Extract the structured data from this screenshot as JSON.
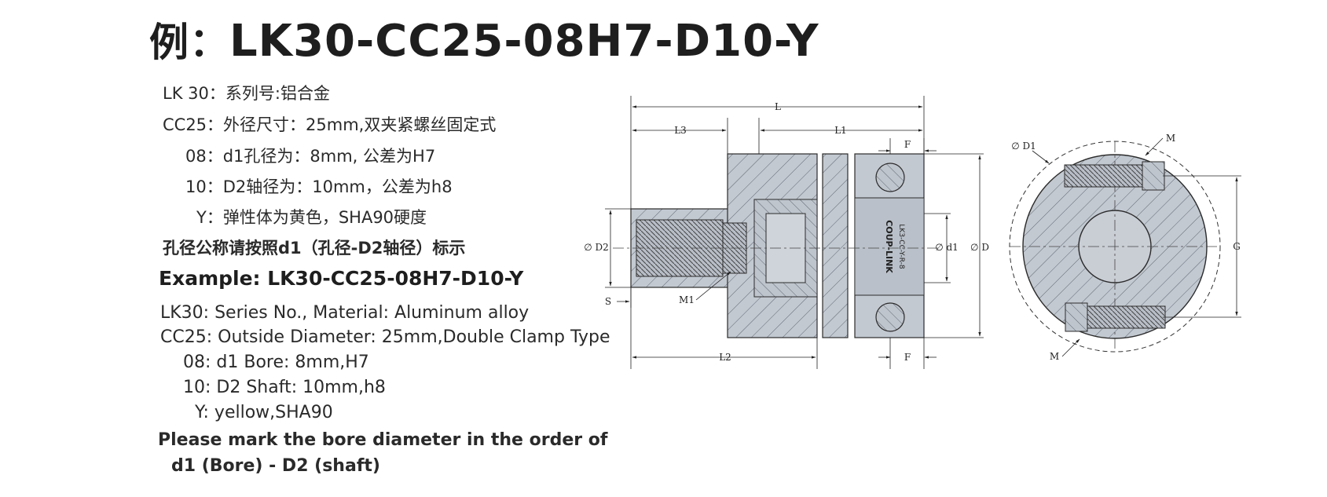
{
  "title": {
    "prefix": "例：",
    "code": "LK30-CC25-08H7-D10-Y"
  },
  "cn_lines": [
    "LK 30：系列号:铝合金",
    "CC25：外径尺寸：25mm,双夹紧螺丝固定式",
    "08：d1孔径为：8mm, 公差为H7",
    "10：D2轴径为：10mm，公差为h8",
    "Y：弹性体为黄色，SHA90硬度"
  ],
  "cn_note": "孔径公称请按照d1（孔径-D2轴径）标示",
  "example_heading": "Example: LK30-CC25-08H7-D10-Y",
  "en_lines": [
    "LK30:  Series No., Material: Aluminum alloy",
    "CC25: Outside Diameter: 25mm,Double Clamp Type",
    "08: d1 Bore: 8mm,H7",
    "10: D2 Shaft: 10mm,h8",
    "Y: yellow,SHA90"
  ],
  "en_note_1": "Please mark the bore diameter in the order of",
  "en_note_2": "d1 (Bore) - D2 (shaft)",
  "drawing_labels": {
    "L": "L",
    "L1": "L1",
    "L2": "L2",
    "L3": "L3",
    "F_top": "F",
    "F_bottom": "F",
    "D2": "∅ D2",
    "d1": "∅ d1",
    "D": "∅ D",
    "S": "S",
    "M1": "M1",
    "side_D1": "∅ D1",
    "side_M_top": "M",
    "side_M_bottom": "M",
    "side_G": "G",
    "brand_text": "COUP-LINK",
    "part_text": "LK3-CC-Y-R-8"
  },
  "colors": {
    "metal": "#c3c9d1",
    "metal_dark": "#9aa2ad",
    "line": "#2b2b2b"
  }
}
